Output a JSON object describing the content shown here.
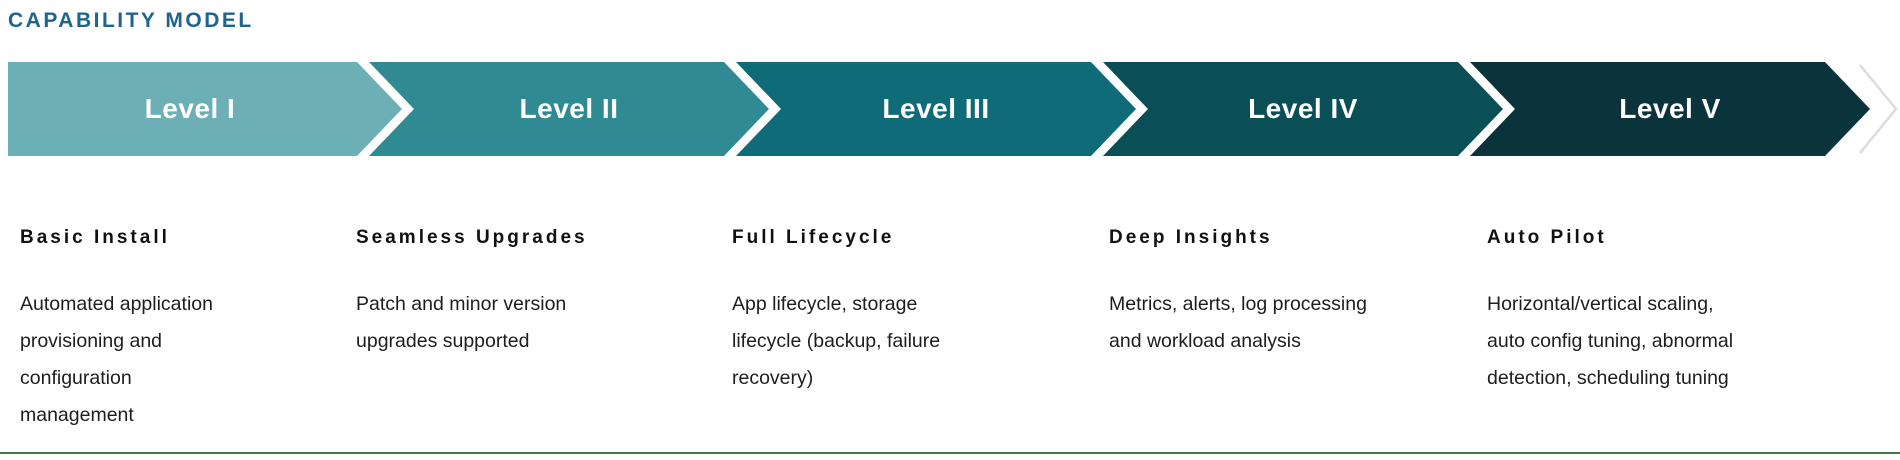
{
  "header": {
    "title": "CAPABILITY MODEL"
  },
  "colors": {
    "heading": "#1e648e",
    "levels": [
      "#6cafb4",
      "#2f8a93",
      "#0f6b78",
      "#0a4f55",
      "#0b333b"
    ],
    "divider": "#45774f",
    "ghost_chevron": "#dcdcdc"
  },
  "icons": {
    "ghost_chevron": "chevron-right-outline"
  },
  "levels": [
    {
      "label": "Level I",
      "title": "Basic Install",
      "description": "Automated application\nprovisioning and\nconfiguration\nmanagement"
    },
    {
      "label": "Level II",
      "title": "Seamless Upgrades",
      "description": "Patch and minor version\nupgrades supported"
    },
    {
      "label": "Level III",
      "title": "Full Lifecycle",
      "description": "App lifecycle, storage\nlifecycle (backup, failure\nrecovery)"
    },
    {
      "label": "Level IV",
      "title": "Deep Insights",
      "description": "Metrics, alerts, log processing\nand workload analysis"
    },
    {
      "label": "Level V",
      "title": "Auto Pilot",
      "description": "Horizontal/vertical scaling,\nauto config tuning, abnormal\ndetection, scheduling tuning"
    }
  ]
}
